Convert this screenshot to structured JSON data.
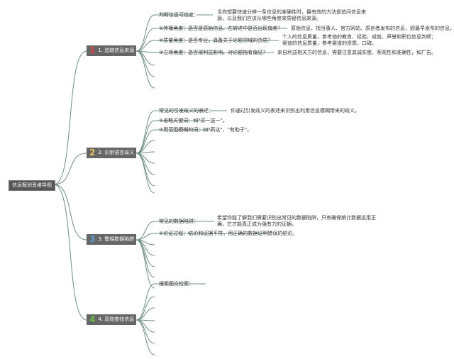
{
  "root": {
    "label": "信息甄别思维导图"
  },
  "colors": {
    "line": "#6f8f84",
    "branch_bg": "#666666",
    "num1": "#e04040",
    "num2": "#e8c65a",
    "num3": "#5aa0d8",
    "num4": "#6cc04a"
  },
  "branches": [
    {
      "number": "1",
      "label": "1. 追踪信息来源",
      "items": [
        {
          "label": "判断信息可信度：",
          "detail": "当你想要快速分辨一条信息的准确性时，最有效的方法是追问信息来源，以及我们应该从哪些角度来质疑信息来源。"
        },
        {
          "label": "①传播角度：是否是原始信息、在转述中是否出现偏差？",
          "detail": "原始信息，指当事人、官方网站、原创者发布的信息，即最早发布的信息。"
        },
        {
          "label": "②质量角度：是否专业，具备关于论题领域的资质？",
          "detail": "个人的信息质量，参考他的教育、经验、成就、声誉和职位信息判断；渠道的信息质量，参考渠道的资质、口碑。"
        },
        {
          "label": "③立场角度：是否被利益影响、对论题抱有偏见？",
          "detail": "来自利益相关方的信息，需要注意其诚实度、客观性和准确性，如广告。"
        }
      ]
    },
    {
      "number": "2",
      "label": "2. 识别语言歧义",
      "items": [
        {
          "label": "常见的引发歧义的表述：",
          "detail": "你通过引发歧义的表述来识别出利用信息模糊带来的歧义。"
        },
        {
          "label": "①省略关键词：如\"买一送一\"。",
          "detail": ""
        },
        {
          "label": "②用范围模糊的词：如\"高达\"、\"有助于\"。",
          "detail": ""
        }
      ]
    },
    {
      "number": "3",
      "label": "3. 警惕数据陷阱",
      "items": [
        {
          "label": "常见的数据陷阱：",
          "detail": "希望你能了解我们需要识别出常见的数据陷阱，只有确保统计数据运用正确，它才能真正成为强有力的证据。"
        },
        {
          "label": "①论证过程：结论和证据不符，用正确的数据证明错误的结论。",
          "detail": ""
        }
      ]
    },
    {
      "number": "4",
      "label": "4. 高效查找信息",
      "items": [
        {
          "label": "搜索图文检索：",
          "detail": ""
        }
      ]
    }
  ]
}
